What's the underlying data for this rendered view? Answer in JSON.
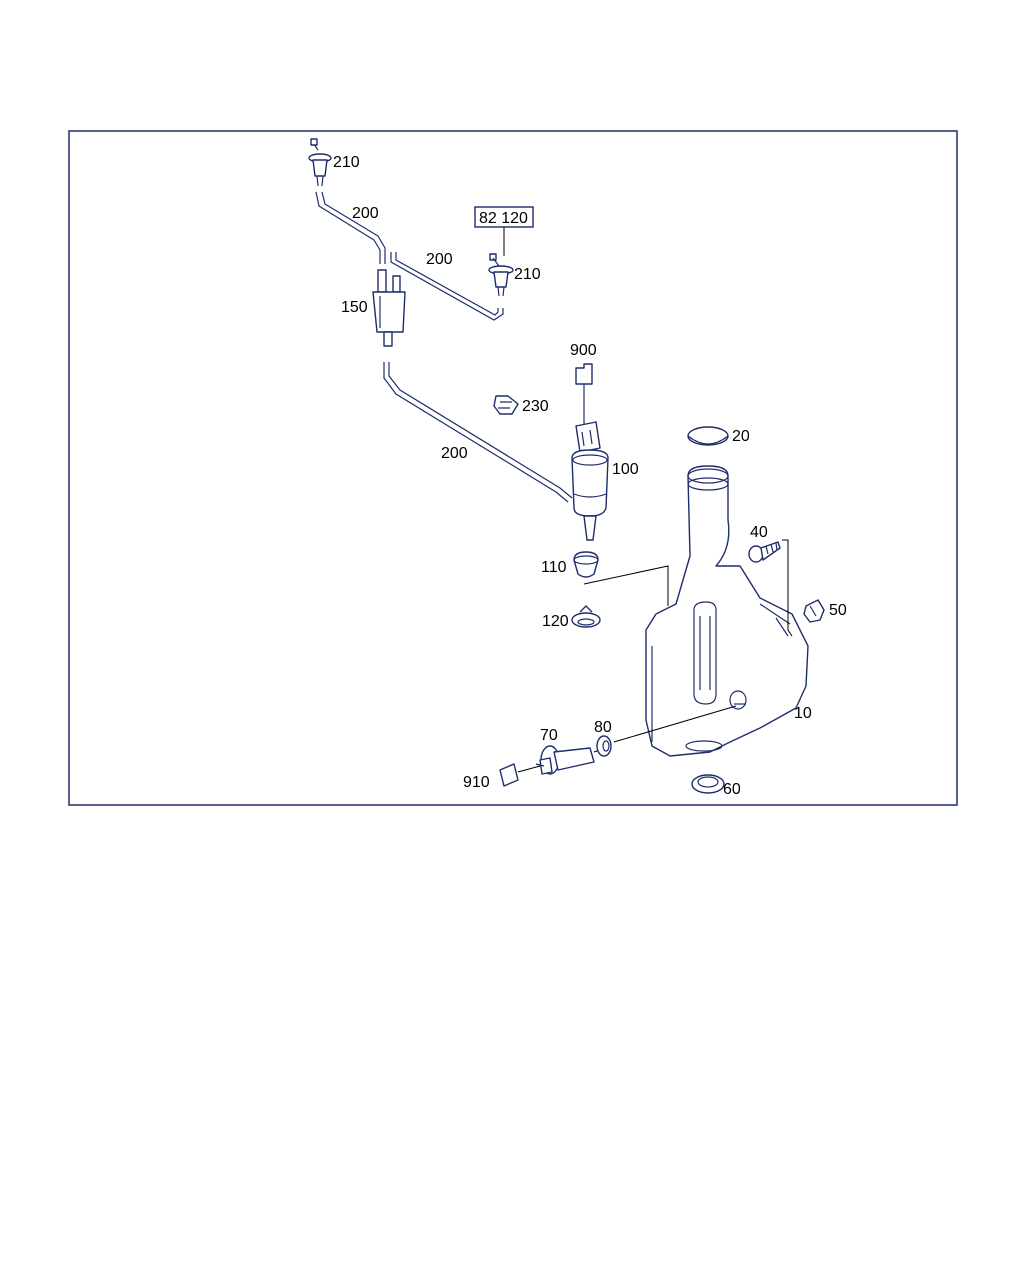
{
  "colors": {
    "frame": "#1f2d6b",
    "parts": "#1f2d6b",
    "labels": "#000000",
    "background": "#ffffff"
  },
  "labels": {
    "p210a": "210",
    "p200a": "200",
    "p82120": "82 120",
    "p200b": "200",
    "p210b": "210",
    "p150": "150",
    "p900": "900",
    "p230": "230",
    "p200c": "200",
    "p20": "20",
    "p100": "100",
    "p40": "40",
    "p110": "110",
    "p50": "50",
    "p120": "120",
    "p10": "10",
    "p70": "70",
    "p80": "80",
    "p910": "910",
    "p60": "60"
  }
}
